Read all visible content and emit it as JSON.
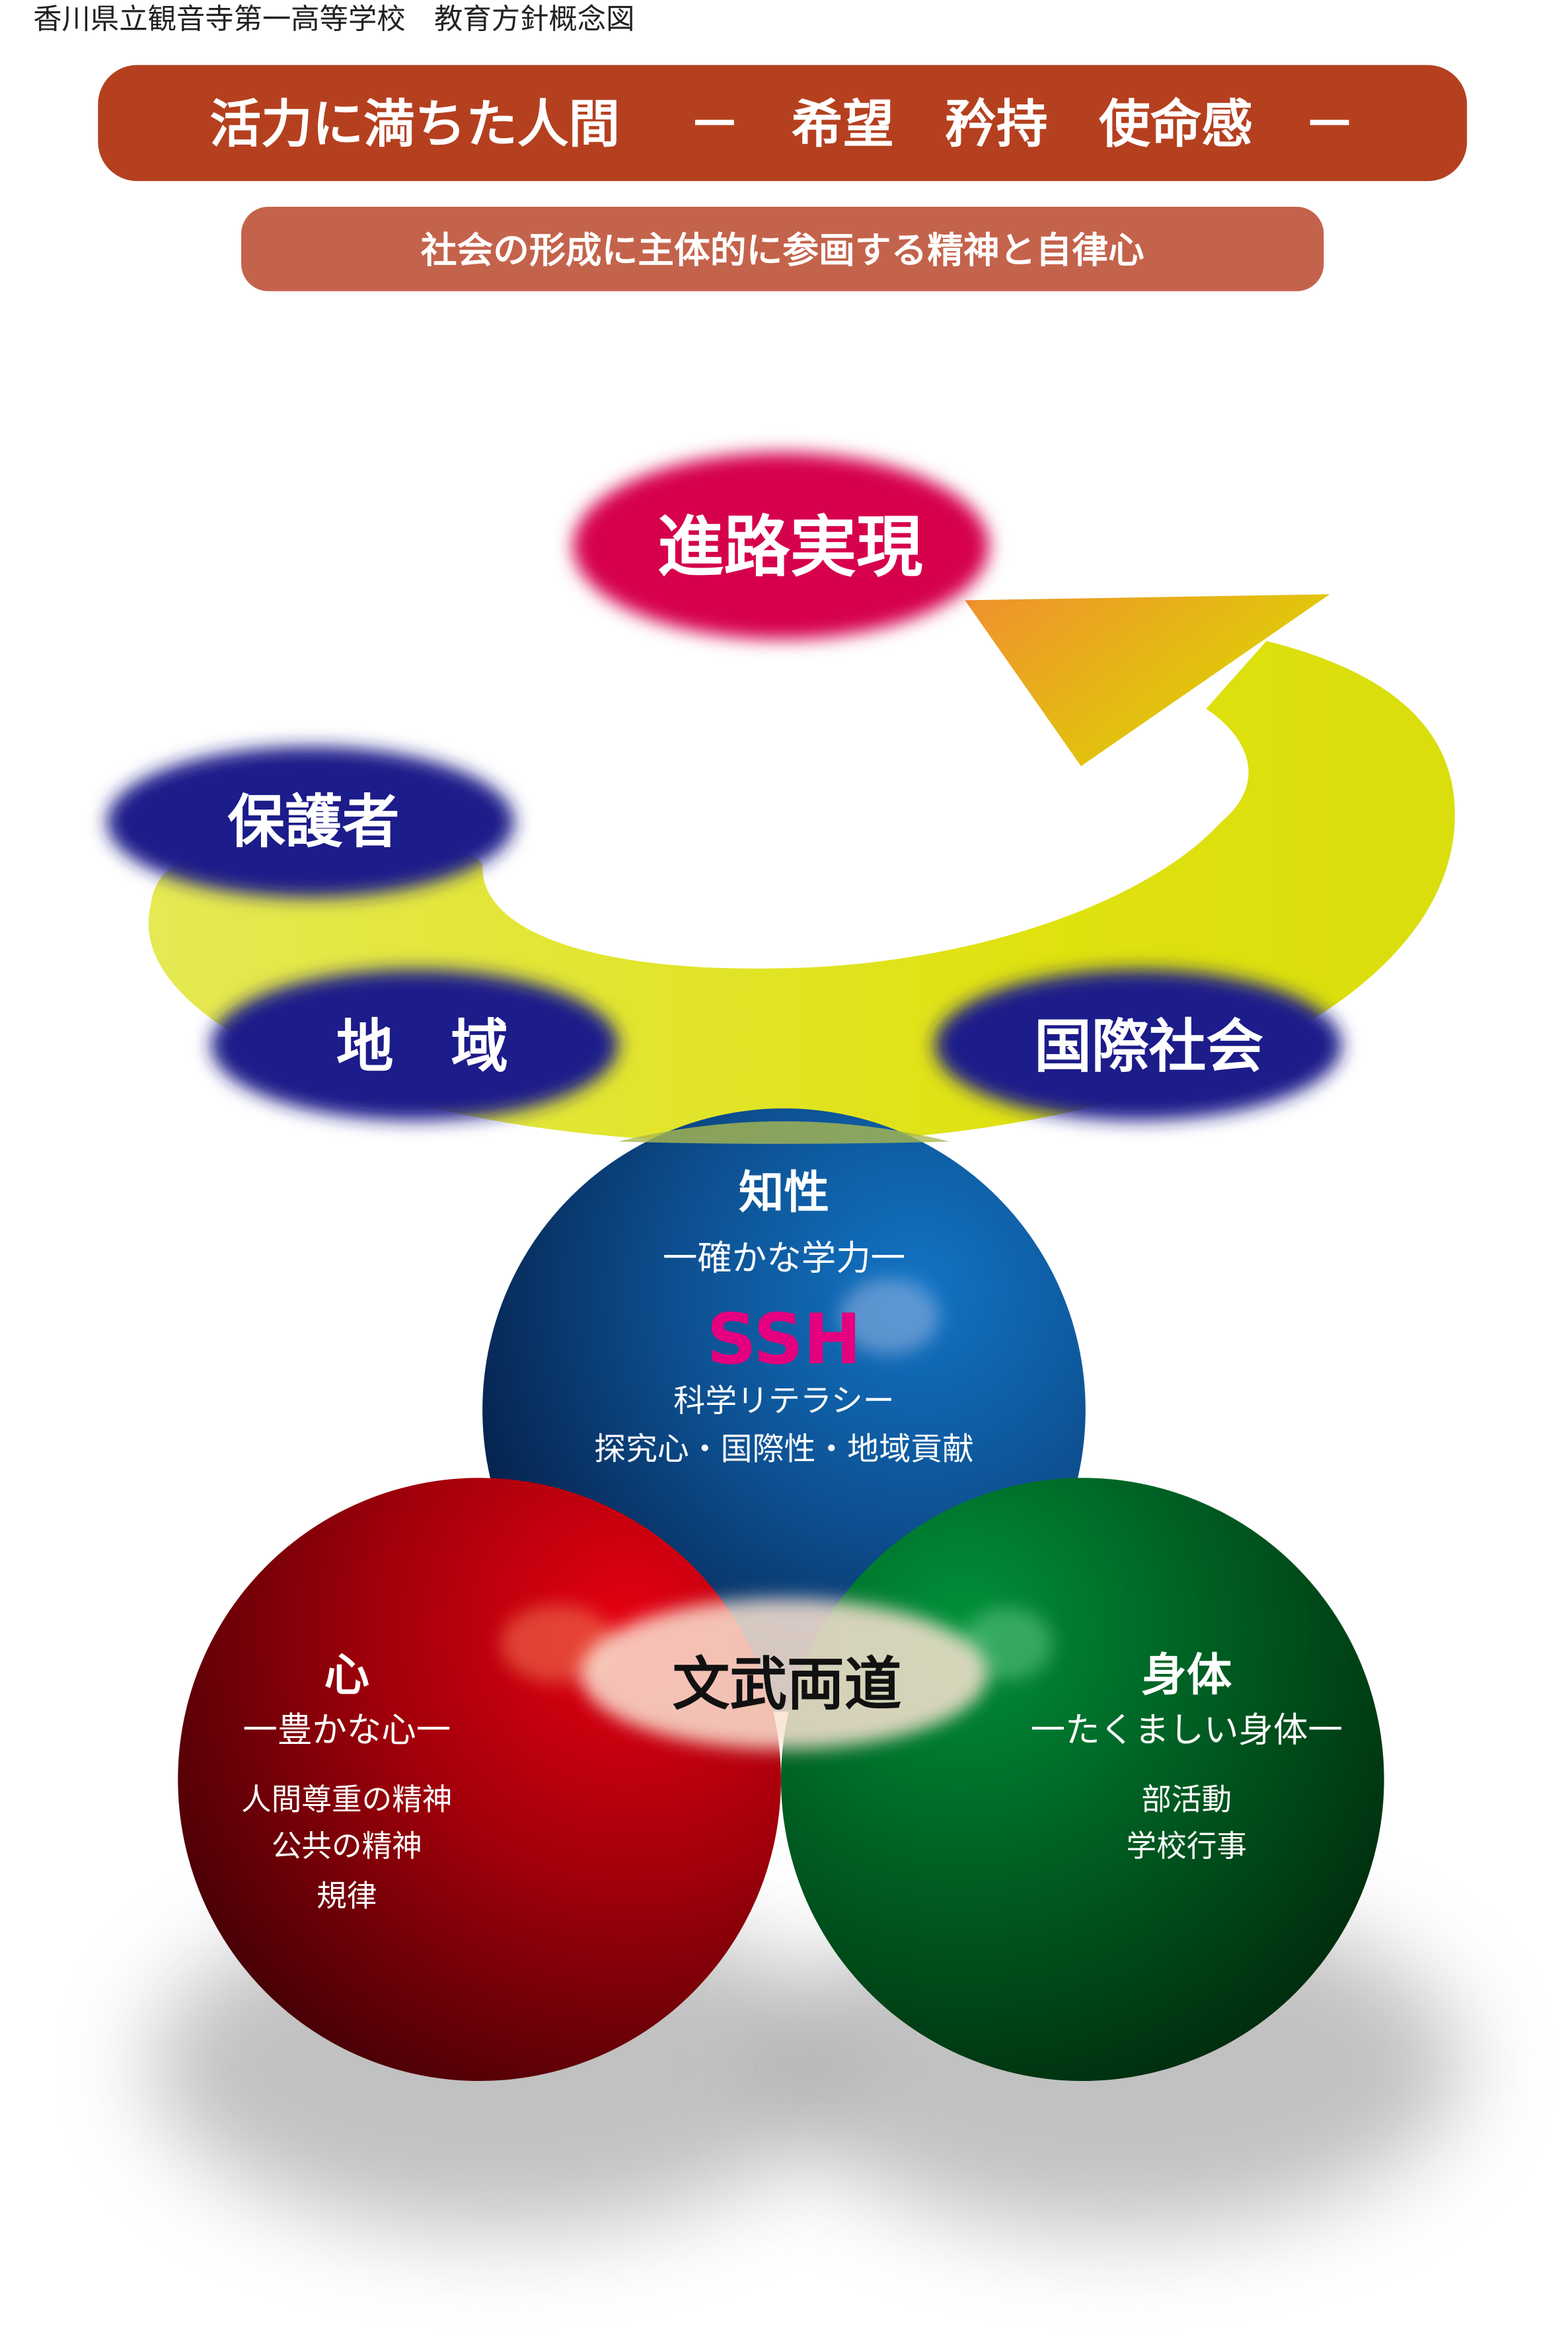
{
  "header": {
    "title": "香川県立観音寺第一高等学校　教育方針概念図"
  },
  "banner_main": {
    "text": "活力に満ちた人間　 －　希望　矜持　使命感　－"
  },
  "banner_sub": {
    "text": "社会の形成に主体的に参画する精神と自律心"
  },
  "goal": {
    "label": "進路実現"
  },
  "partners": {
    "guardians": "保護者",
    "community": "地　域",
    "international": "国際社会"
  },
  "spheres": {
    "intellect": {
      "title": "知性",
      "subtitle": "一確かな学力一",
      "highlight": "SSH",
      "lines": [
        "科学リテラシー",
        "探究心・国際性・地域貢献"
      ]
    },
    "heart": {
      "title": "心",
      "subtitle": "一豊かな心一",
      "lines": [
        "人間尊重の精神",
        "公共の精神",
        "規律"
      ]
    },
    "body": {
      "title": "身体",
      "subtitle": "一たくましい身体一",
      "lines": [
        "部活動",
        "学校行事"
      ]
    },
    "center": {
      "label": "文武両道"
    }
  },
  "colors": {
    "banner_main": "#b5401f",
    "banner_sub": "#c4634b",
    "goal": "#d6004e",
    "partner": "#1f1f8a",
    "ssh": "#e4007f",
    "arrow": "#dde000"
  }
}
